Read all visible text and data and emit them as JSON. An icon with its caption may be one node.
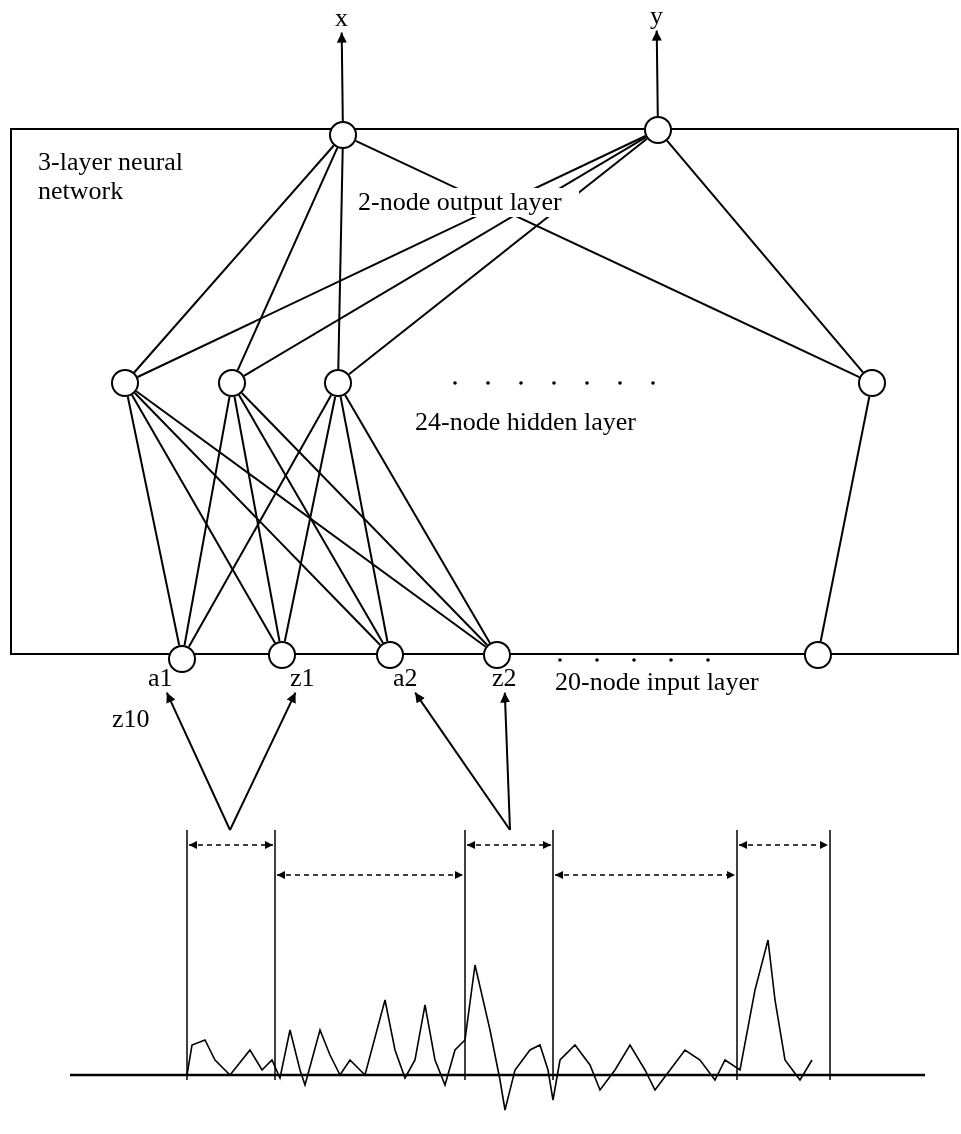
{
  "diagram": {
    "nodes": [
      {
        "text": [
          "x"
        ]
      },
      {
        "text": [
          "y"
        ]
      },
      {
        "text": [
          "3-layer neural network"
        ]
      },
      {
        "text": [],
        "shape": "circle"
      },
      {
        "text": [],
        "shape": "circle"
      },
      {
        "text": [],
        "shape": "circle",
        "in": 2
      },
      {
        "text": [],
        "shape": "circle",
        "in": 2
      },
      {
        "text": [],
        "shape": "circle",
        "in": 2
      },
      {
        "text": [],
        "shape": "circle",
        "in": 2
      },
      {
        "text": [],
        "shape": "circle"
      },
      {
        "text": [],
        "shape": "circle"
      },
      {
        "text": [],
        "shape": "circle"
      },
      {
        "text": [],
        "shape": "circle"
      },
      {
        "text": [],
        "shape": "circle"
      },
      {
        "text": [
          "a1"
        ]
      },
      {
        "text": [
          "z1"
        ]
      },
      {
        "text": [
          "a2"
        ]
      },
      {
        "text": [
          "z2"
        ]
      }
    ],
    "edges": [
      {
        "from": 3,
        "to": 0,
        "arrow": "to"
      },
      {
        "from": 4,
        "to": 1,
        "arrow": "to"
      },
      {
        "from": 3,
        "to": 5,
        "arrow": "none"
      },
      {
        "from": 3,
        "to": 6,
        "arrow": "none"
      },
      {
        "from": 3,
        "to": 7,
        "arrow": "none"
      },
      {
        "from": 3,
        "to": 8,
        "arrow": "none"
      },
      {
        "from": 4,
        "to": 5,
        "arrow": "none"
      },
      {
        "from": 4,
        "to": 6,
        "arrow": "none"
      },
      {
        "from": 4,
        "to": 7,
        "arrow": "none"
      },
      {
        "from": 4,
        "to": 8,
        "arrow": "none"
      },
      {
        "from": 5,
        "to": 9,
        "arrow": "none"
      },
      {
        "from": 5,
        "to": 10,
        "arrow": "none"
      },
      {
        "from": 5,
        "to": 11,
        "arrow": "none"
      },
      {
        "from": 5,
        "to": 12,
        "arrow": "none"
      },
      {
        "from": 6,
        "to": 9,
        "arrow": "none"
      },
      {
        "from": 6,
        "to": 10,
        "arrow": "none"
      },
      {
        "from": 6,
        "to": 11,
        "arrow": "none"
      },
      {
        "from": 6,
        "to": 12,
        "arrow": "none"
      },
      {
        "from": 7,
        "to": 9,
        "arrow": "none"
      },
      {
        "from": 7,
        "to": 10,
        "arrow": "none"
      },
      {
        "from": 7,
        "to": 11,
        "arrow": "none"
      },
      {
        "from": 7,
        "to": 12,
        "arrow": "none"
      },
      {
        "from": 8,
        "to": 13,
        "arrow": "none"
      },
      {
        "from": null,
        "to": 14,
        "arrow": "to"
      },
      {
        "from": null,
        "to": 15,
        "arrow": "to"
      },
      {
        "from": null,
        "to": 16,
        "arrow": "to"
      },
      {
        "from": null,
        "to": 17,
        "arrow": "to"
      }
    ],
    "labels": [
      "2-node output layer",
      "24-node hidden layer",
      "20-node input layer",
      "z10"
    ]
  }
}
